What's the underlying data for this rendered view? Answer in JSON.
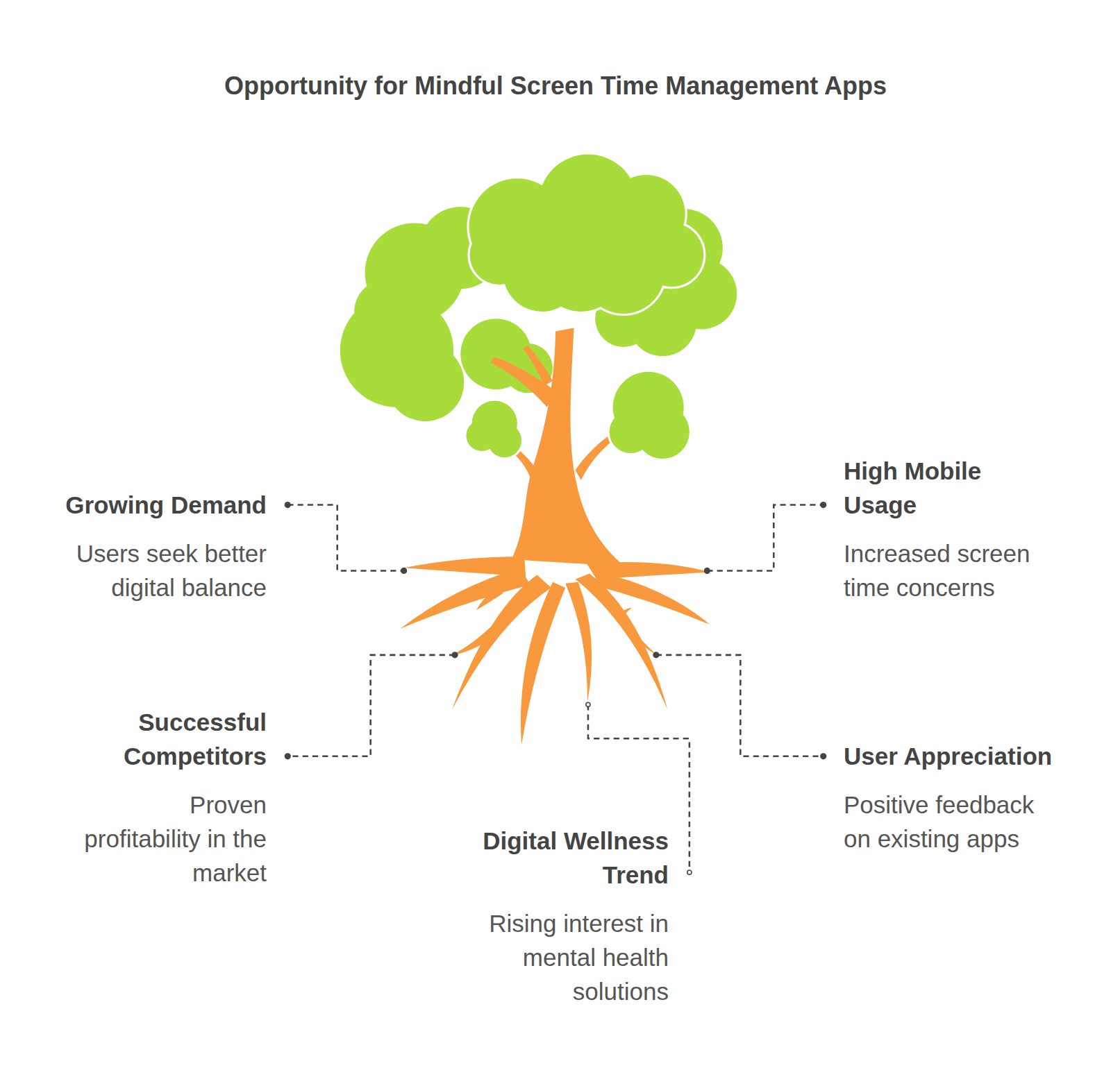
{
  "diagram": {
    "title": "Opportunity for Mindful Screen Time Management Apps",
    "labels": [
      "Growing Demand",
      "Users seek better digital balance",
      "High Mobile Usage",
      "Increased screen time concerns",
      "Successful Competitors",
      "Proven profitability in the market",
      "User Appreciation",
      "Positive feedback on existing apps",
      "Digital Wellness Trend",
      "Rising interest in mental health solutions"
    ]
  }
}
